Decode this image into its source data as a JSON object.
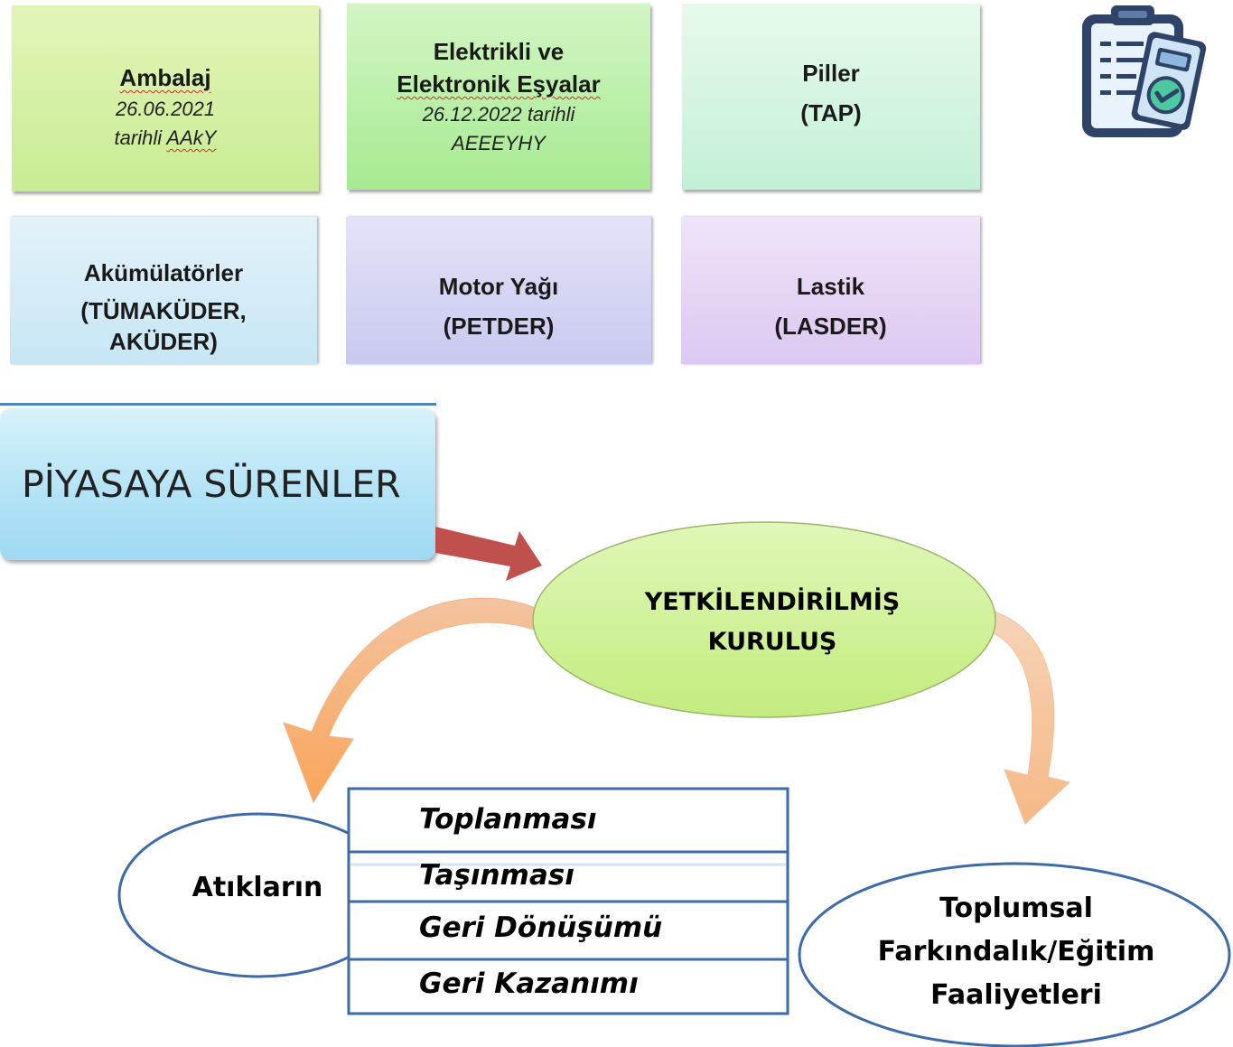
{
  "cards": [
    {
      "title": "Ambalaj",
      "date": "26.06.2021",
      "note_prefix": "tarihli ",
      "note_link": "AAkY",
      "bg_colors": [
        "#e2f5b8",
        "#c9ec94"
      ]
    },
    {
      "title_line1": "Elektrikli ve",
      "title_line2": "Elektronik Eşyalar",
      "date": "26.12.2022 tarihli",
      "note": "AEEEYHY",
      "bg_colors": [
        "#d3f5c4",
        "#a6ea92"
      ]
    },
    {
      "title_line1": "Piller",
      "title_line2": "(TAP)",
      "bg_colors": [
        "#e8f9ec",
        "#c2f0d7"
      ]
    },
    {
      "title_line1": "Akümülatörler",
      "title_line2": "(TÜMAKÜDER,",
      "title_line3": "AKÜDER)",
      "bg_colors": [
        "#e4f2f9",
        "#c6e6f5"
      ]
    },
    {
      "title_line1": "Motor Yağı",
      "title_line2": "(PETDER)",
      "bg_colors": [
        "#e3e3f8",
        "#c9c9f1"
      ]
    },
    {
      "title_line1": "Lastik",
      "title_line2": "(LASDER)",
      "bg_colors": [
        "#efe4f8",
        "#dcc8f1"
      ]
    }
  ],
  "icon": "clipboard-checklist-icon",
  "diagram": {
    "source_box": "PİYASAYA SÜRENLER",
    "center_node_line1": "YETKİLENDİRİLMİŞ",
    "center_node_line2": "KURULUŞ",
    "left_node": "Atıkların",
    "activities": [
      "Toplanması",
      "Taşınması",
      "Geri Dönüşümü",
      "Geri Kazanımı"
    ],
    "right_node_line1": "Toplumsal",
    "right_node_line2": "Farkındalık/Eğitim",
    "right_node_line3": "Faaliyetleri"
  },
  "colors": {
    "red_arrow": "#c0504d",
    "orange_arrow": "#f7b98a",
    "center_ellipse": "#ccf18a",
    "node_border": "#3d6aa8"
  }
}
